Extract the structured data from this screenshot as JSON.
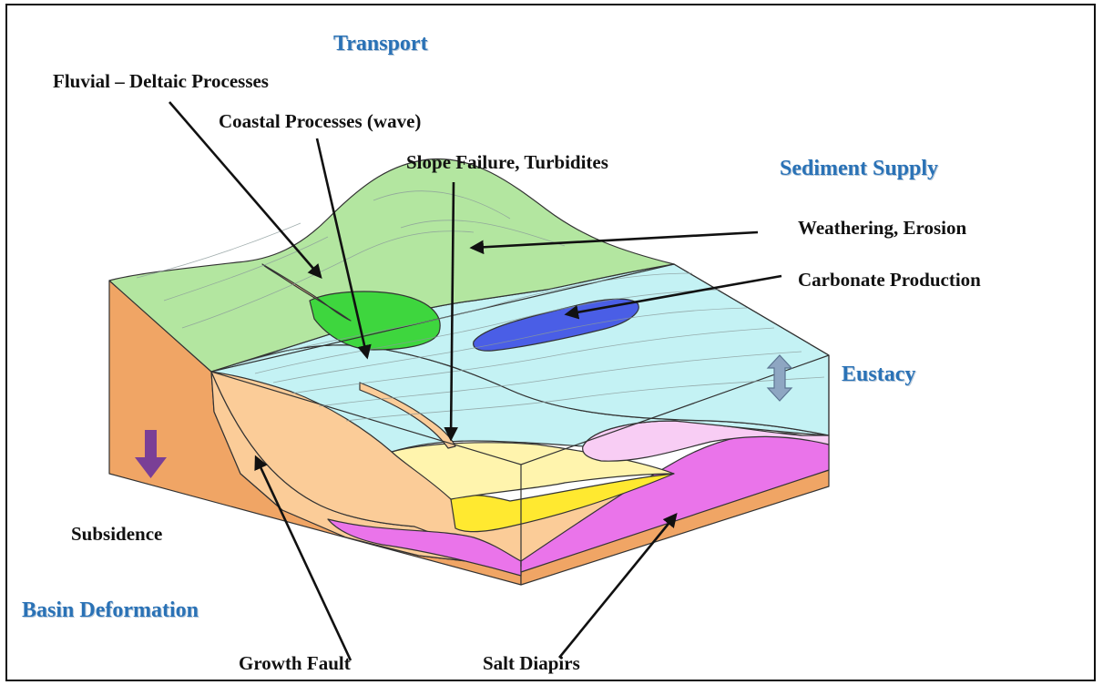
{
  "labels": {
    "transport": "Transport",
    "fluvial_deltaic": "Fluvial – Deltaic Processes",
    "coastal": "Coastal Processes (wave)",
    "slope_failure": "Slope Failure, Turbidites",
    "sediment_supply": "Sediment Supply",
    "weathering": "Weathering, Erosion",
    "carbonate": "Carbonate Production",
    "eustacy": "Eustacy",
    "subsidence": "Subsidence",
    "basin_deformation": "Basin Deformation",
    "growth_fault": "Growth Fault",
    "salt_diapirs": "Salt Diapirs"
  },
  "colors": {
    "category_blue": "#2a72b6",
    "land_green": "#b3e6a0",
    "delta_green": "#3ed63e",
    "sea_blue": "#c4f2f4",
    "carbonate_blue": "#4a5ee6",
    "basin_orange": "#f0a565",
    "sediment_peach": "#fbcc98",
    "turbidite_yellow": "#fff4ad",
    "salt_magenta": "#ea74ea",
    "salt_pink": "#f8cdf4",
    "subsidence_arrow": "#7a3f96",
    "eustacy_arrow": "#8ea6c2"
  }
}
